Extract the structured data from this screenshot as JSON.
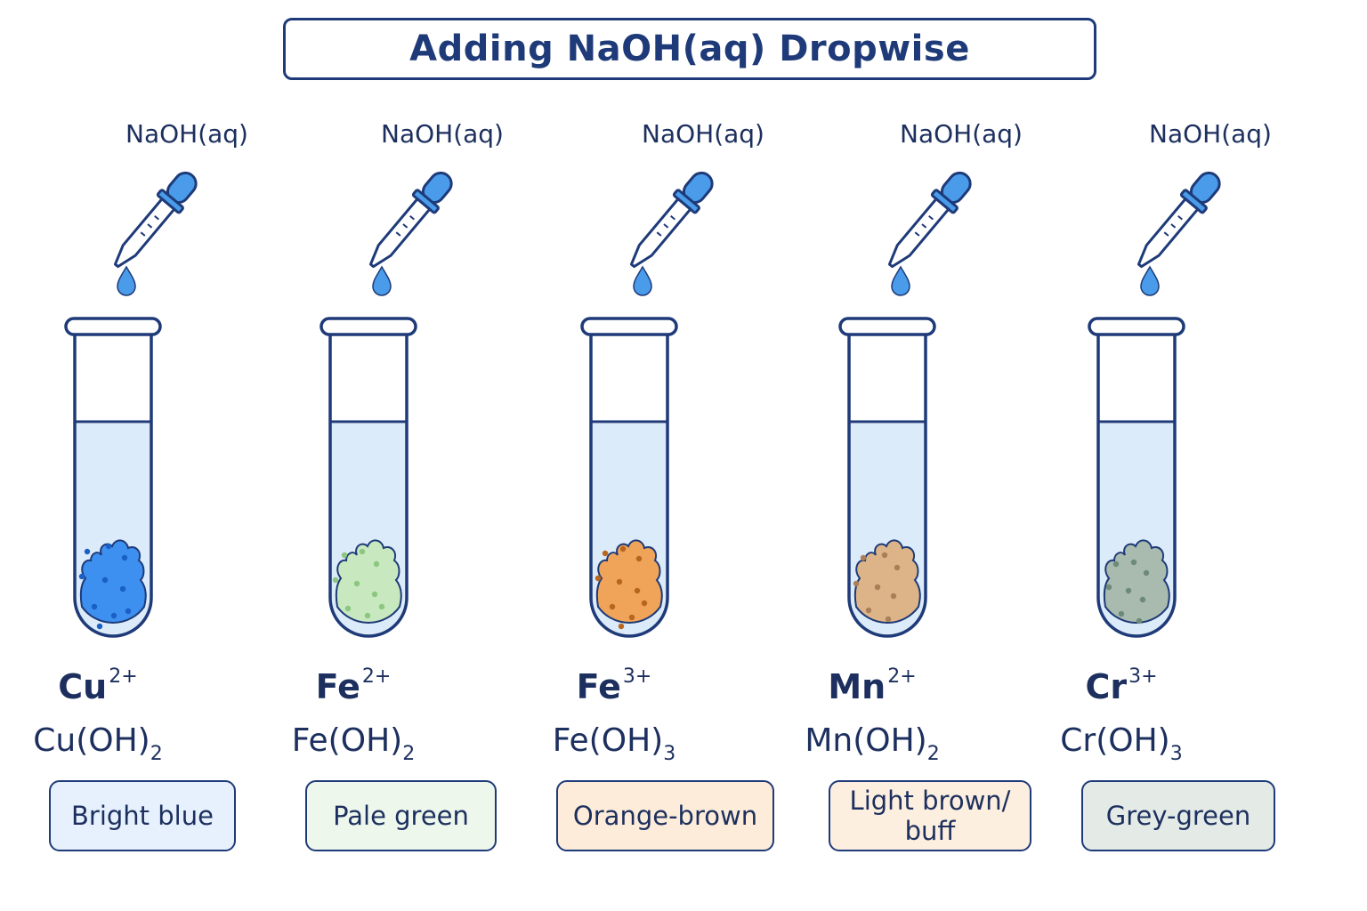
{
  "title": "Adding NaOH(aq) Dropwise",
  "tests": [
    {
      "reagent": "NaOH(aq)",
      "ion_symbol": "Cu",
      "ion_charge": "2+",
      "formula_base": "Cu(OH)",
      "formula_subscript": "2",
      "precipitate_color": "Bright blue",
      "ppt_fill": "#3d8ff0",
      "ppt_dot": "#1a5fc4",
      "box_fill": "#e6f1fd"
    },
    {
      "reagent": "NaOH(aq)",
      "ion_symbol": "Fe",
      "ion_charge": "2+",
      "formula_base": "Fe(OH)",
      "formula_subscript": "2",
      "precipitate_color": "Pale green",
      "ppt_fill": "#c8e8bf",
      "ppt_dot": "#8cc681",
      "box_fill": "#eef7ec"
    },
    {
      "reagent": "NaOH(aq)",
      "ion_symbol": "Fe",
      "ion_charge": "3+",
      "formula_base": "Fe(OH)",
      "formula_subscript": "3",
      "precipitate_color": "Orange-brown",
      "ppt_fill": "#f0a45a",
      "ppt_dot": "#b8651e",
      "box_fill": "#fdecd9"
    },
    {
      "reagent": "NaOH(aq)",
      "ion_symbol": "Mn",
      "ion_charge": "2+",
      "formula_base": "Mn(OH)",
      "formula_subscript": "2",
      "precipitate_color": "Light brown/ buff",
      "ppt_fill": "#ddb488",
      "ppt_dot": "#aa7f55",
      "box_fill": "#fcefdf"
    },
    {
      "reagent": "NaOH(aq)",
      "ion_symbol": "Cr",
      "ion_charge": "3+",
      "formula_base": "Cr(OH)",
      "formula_subscript": "3",
      "precipitate_color": "Grey-green",
      "ppt_fill": "#a9bbae",
      "ppt_dot": "#6d8a78",
      "box_fill": "#e4ebe6"
    }
  ],
  "colors": {
    "outline": "#1e3a78",
    "liquid": "#dcebf9",
    "dropper_bulb": "#4a9bea",
    "drop": "#4a9bea"
  },
  "icons": [
    "dropper-icon",
    "drop-icon",
    "test-tube-icon",
    "precipitate-icon"
  ]
}
